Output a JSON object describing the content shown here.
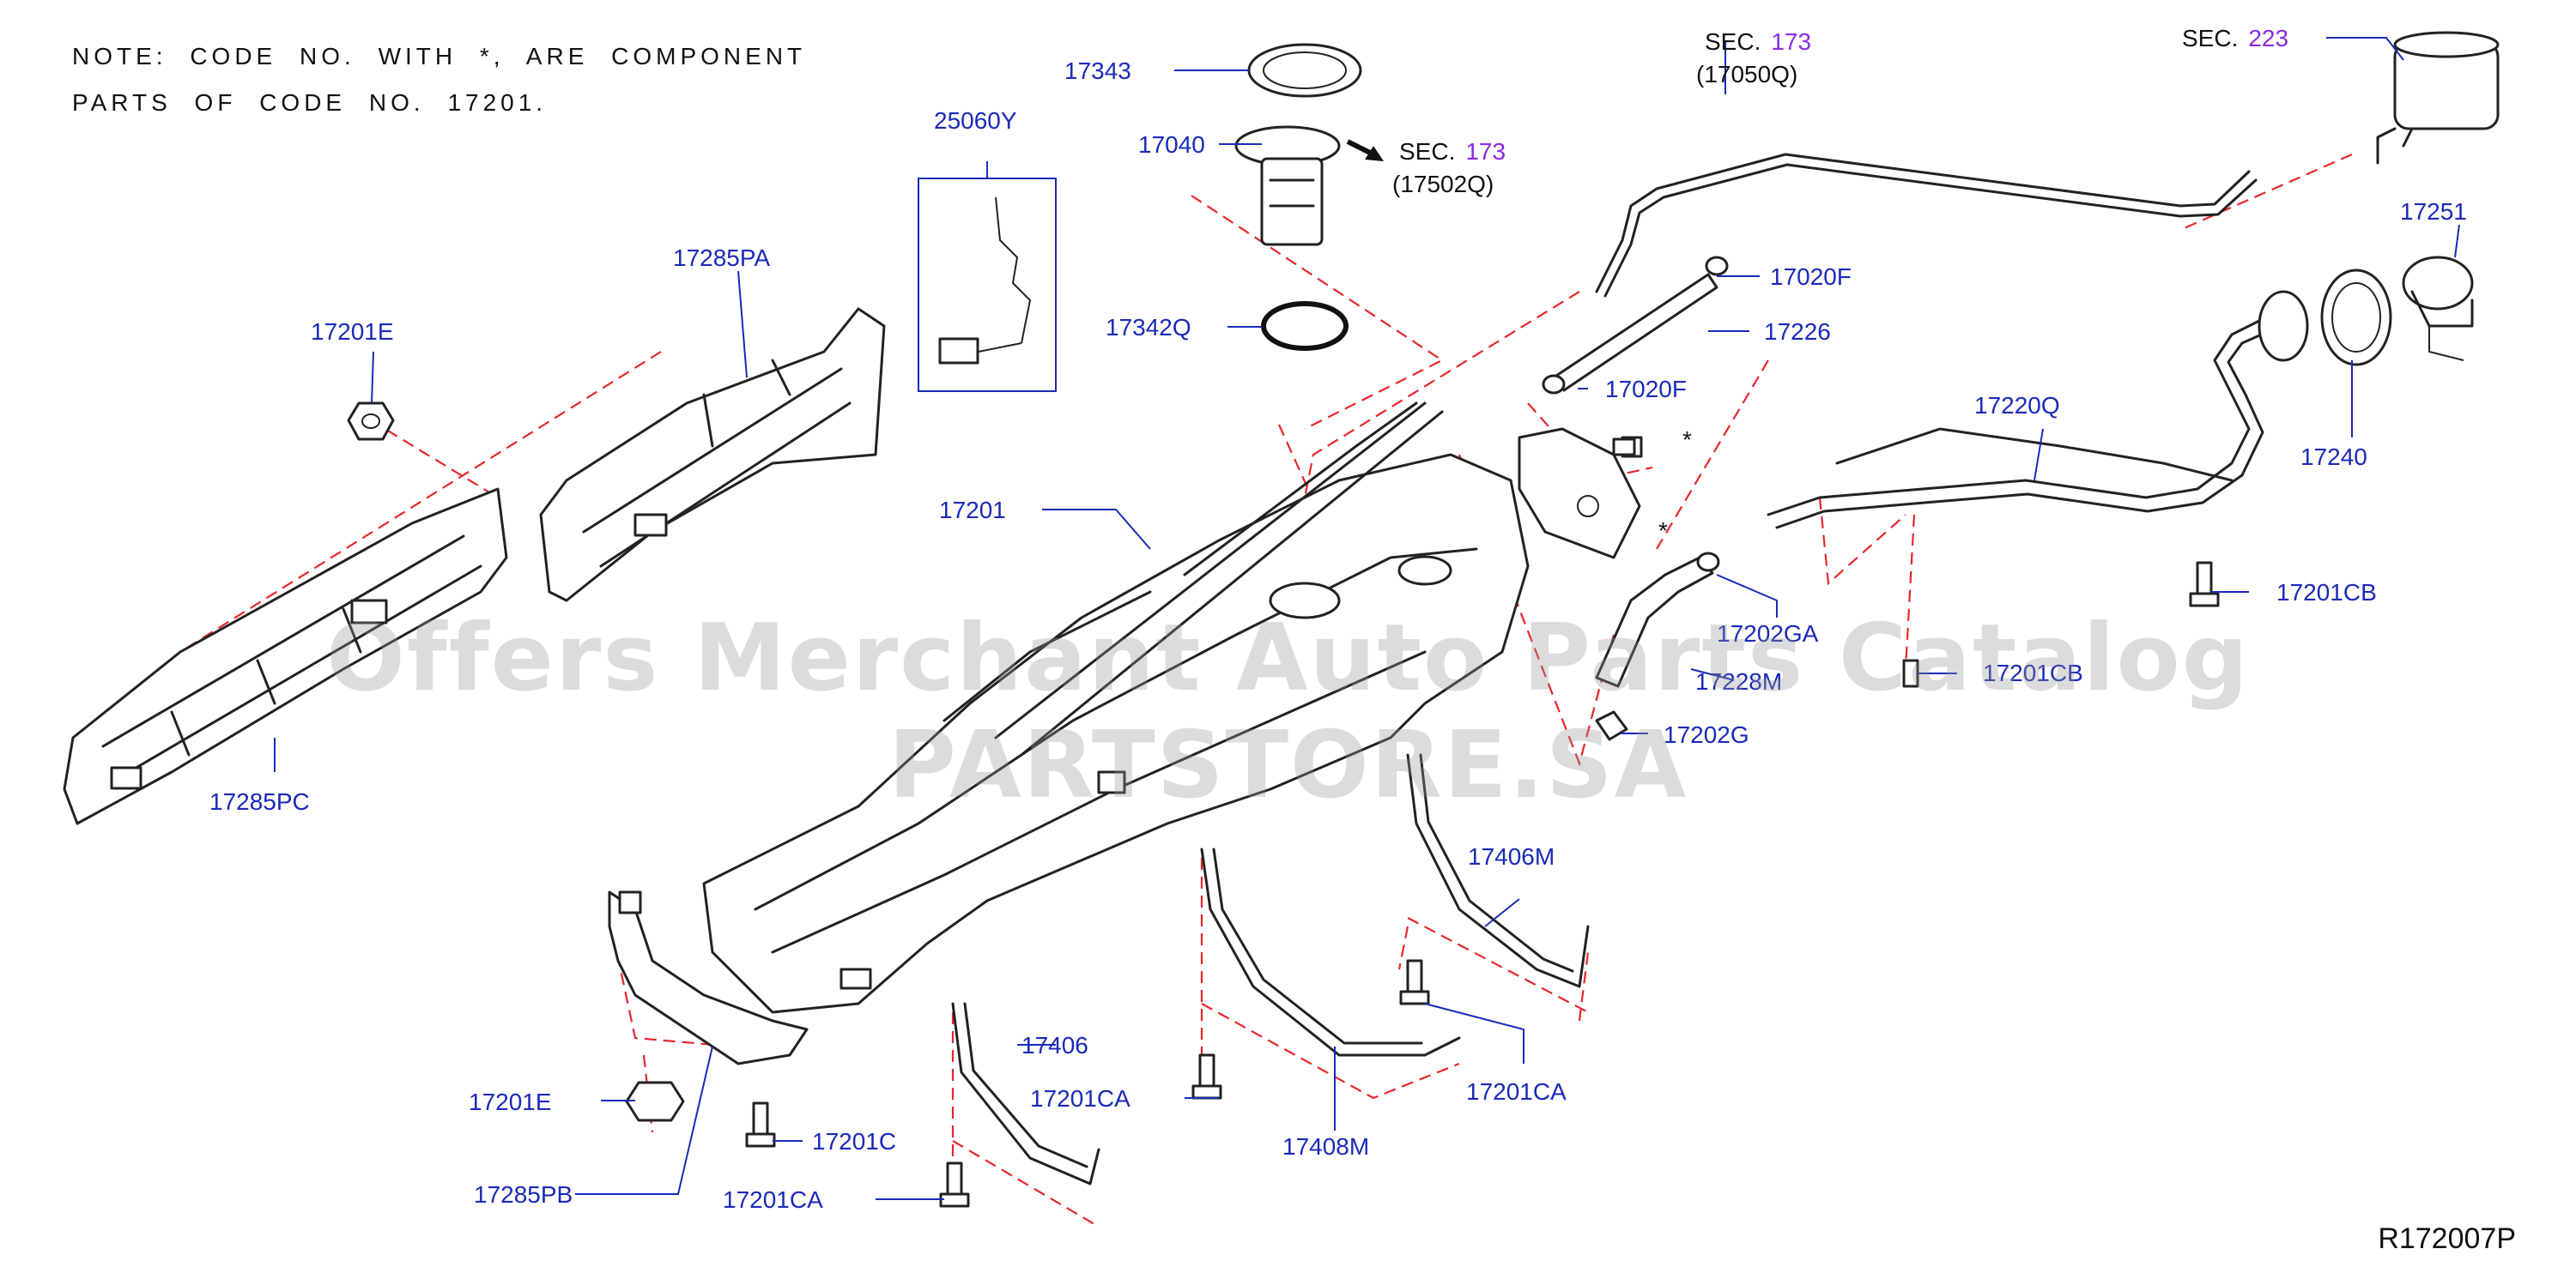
{
  "note": {
    "line1": "NOTE:  CODE  NO.  WITH  *,  ARE  COMPONENT",
    "line2": "PARTS  OF  CODE  NO.  17201."
  },
  "reference_code": "R172007P",
  "watermark": "Offers Merchant Auto Parts Catalog PARTSTORE.SA",
  "colors": {
    "part_number": "#1a2ab8",
    "section_number": "#8a2be2",
    "dashed_guide": "#e8262a",
    "line_art": "#222222",
    "watermark": "#9a9a9a"
  },
  "sections": {
    "sec173_a": {
      "prefix": "SEC.",
      "number": "173",
      "code": "(17502Q)"
    },
    "sec173_b": {
      "prefix": "SEC.",
      "number": "173",
      "code": "(17050Q)"
    },
    "sec223": {
      "prefix": "SEC.",
      "number": "223"
    }
  },
  "labels": {
    "p17343": "17343",
    "p25060Y": "25060Y",
    "p17040": "17040",
    "p17342Q": "17342Q",
    "p17285PA": "17285PA",
    "p17201E_top": "17201E",
    "p17285PC": "17285PC",
    "p17201": "17201",
    "p17020F_a": "17020F",
    "p17226": "17226",
    "p17020F_b": "17020F",
    "p17251": "17251",
    "p17220Q": "17220Q",
    "p17240": "17240",
    "p17201CB_a": "17201CB",
    "p17202GA": "17202GA",
    "p17228M": "17228M",
    "p17201CB_b": "17201CB",
    "p17202G": "17202G",
    "p17406M": "17406M",
    "p17406": "17406",
    "p17201CA_a": "17201CA",
    "p17201CA_b": "17201CA",
    "p17408M": "17408M",
    "p17201E_bottom": "17201E",
    "p17201C": "17201C",
    "p17285PB": "17285PB",
    "p17201CA_c": "17201CA"
  },
  "markers": {
    "asterisk": "*"
  }
}
